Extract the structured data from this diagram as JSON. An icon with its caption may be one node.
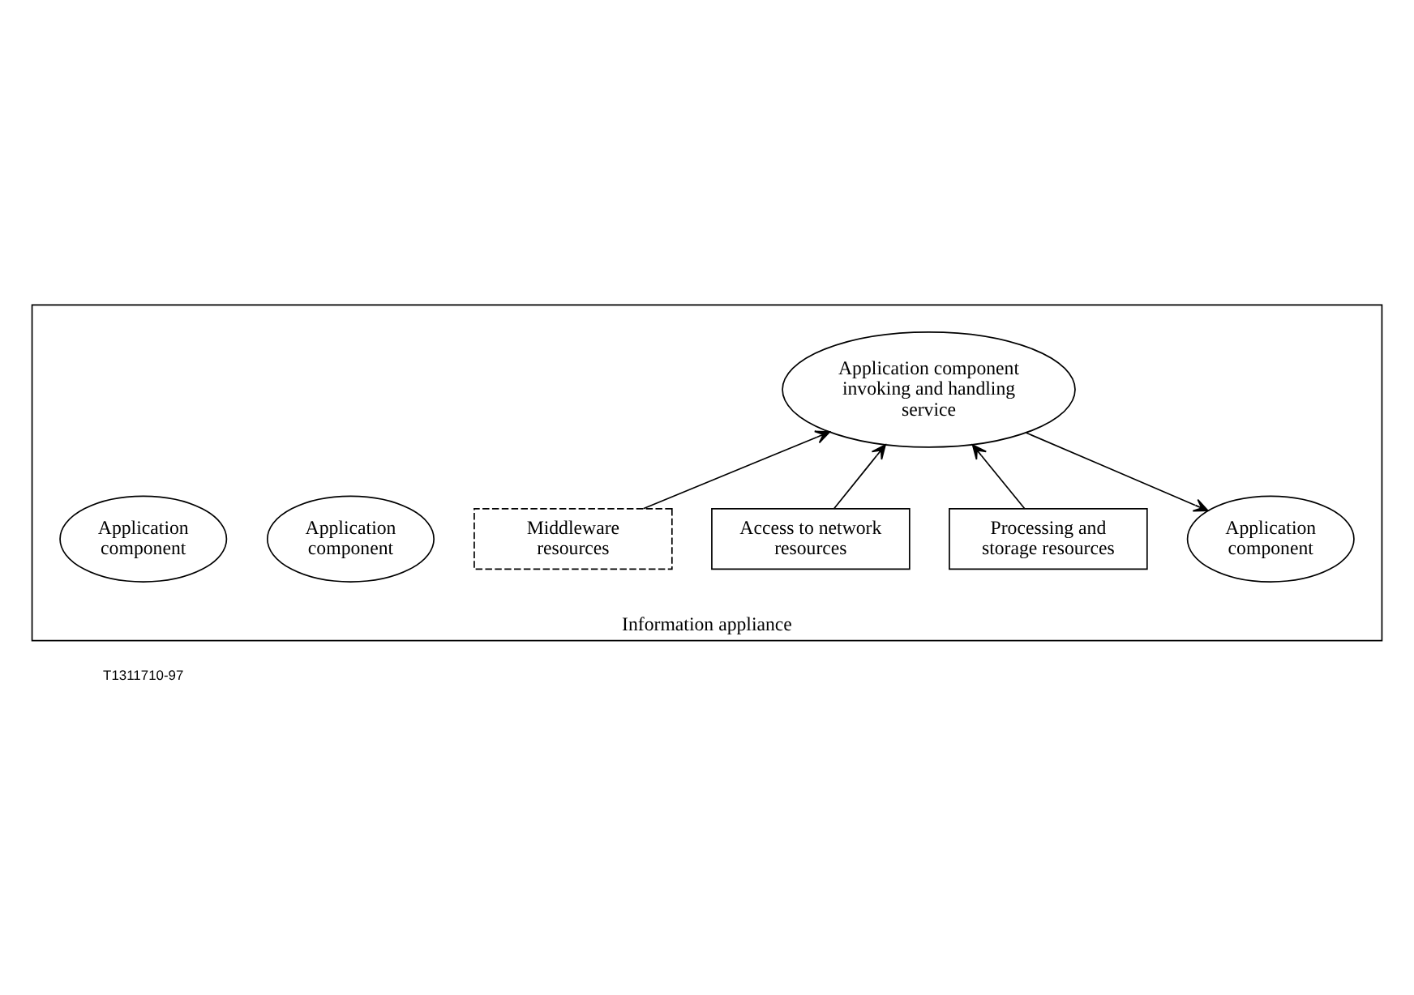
{
  "diagram": {
    "nodes": [
      {
        "text": [
          "Information appliance"
        ]
      },
      {
        "text": [
          "Application component"
        ],
        "in": 0
      },
      {
        "text": [
          "Application component"
        ],
        "in": 0
      },
      {
        "text": [
          "Application component"
        ],
        "in": 0
      },
      {
        "text": [
          "Application component invoking and handling service"
        ],
        "in": 0
      },
      {
        "text": [
          "Middleware resources"
        ],
        "in": 0
      },
      {
        "text": [
          "Access to network resources"
        ],
        "in": 0
      },
      {
        "text": [
          "Processing and storage resources"
        ],
        "in": 0
      }
    ],
    "edges": [
      {
        "from": 4,
        "to": 3,
        "arrow": "to"
      },
      {
        "from": 5,
        "to": 4,
        "arrow": "to"
      },
      {
        "from": 6,
        "to": 4,
        "arrow": "to"
      },
      {
        "from": 7,
        "to": 4,
        "arrow": "to"
      }
    ],
    "labels": [
      "T1311710-97"
    ]
  }
}
